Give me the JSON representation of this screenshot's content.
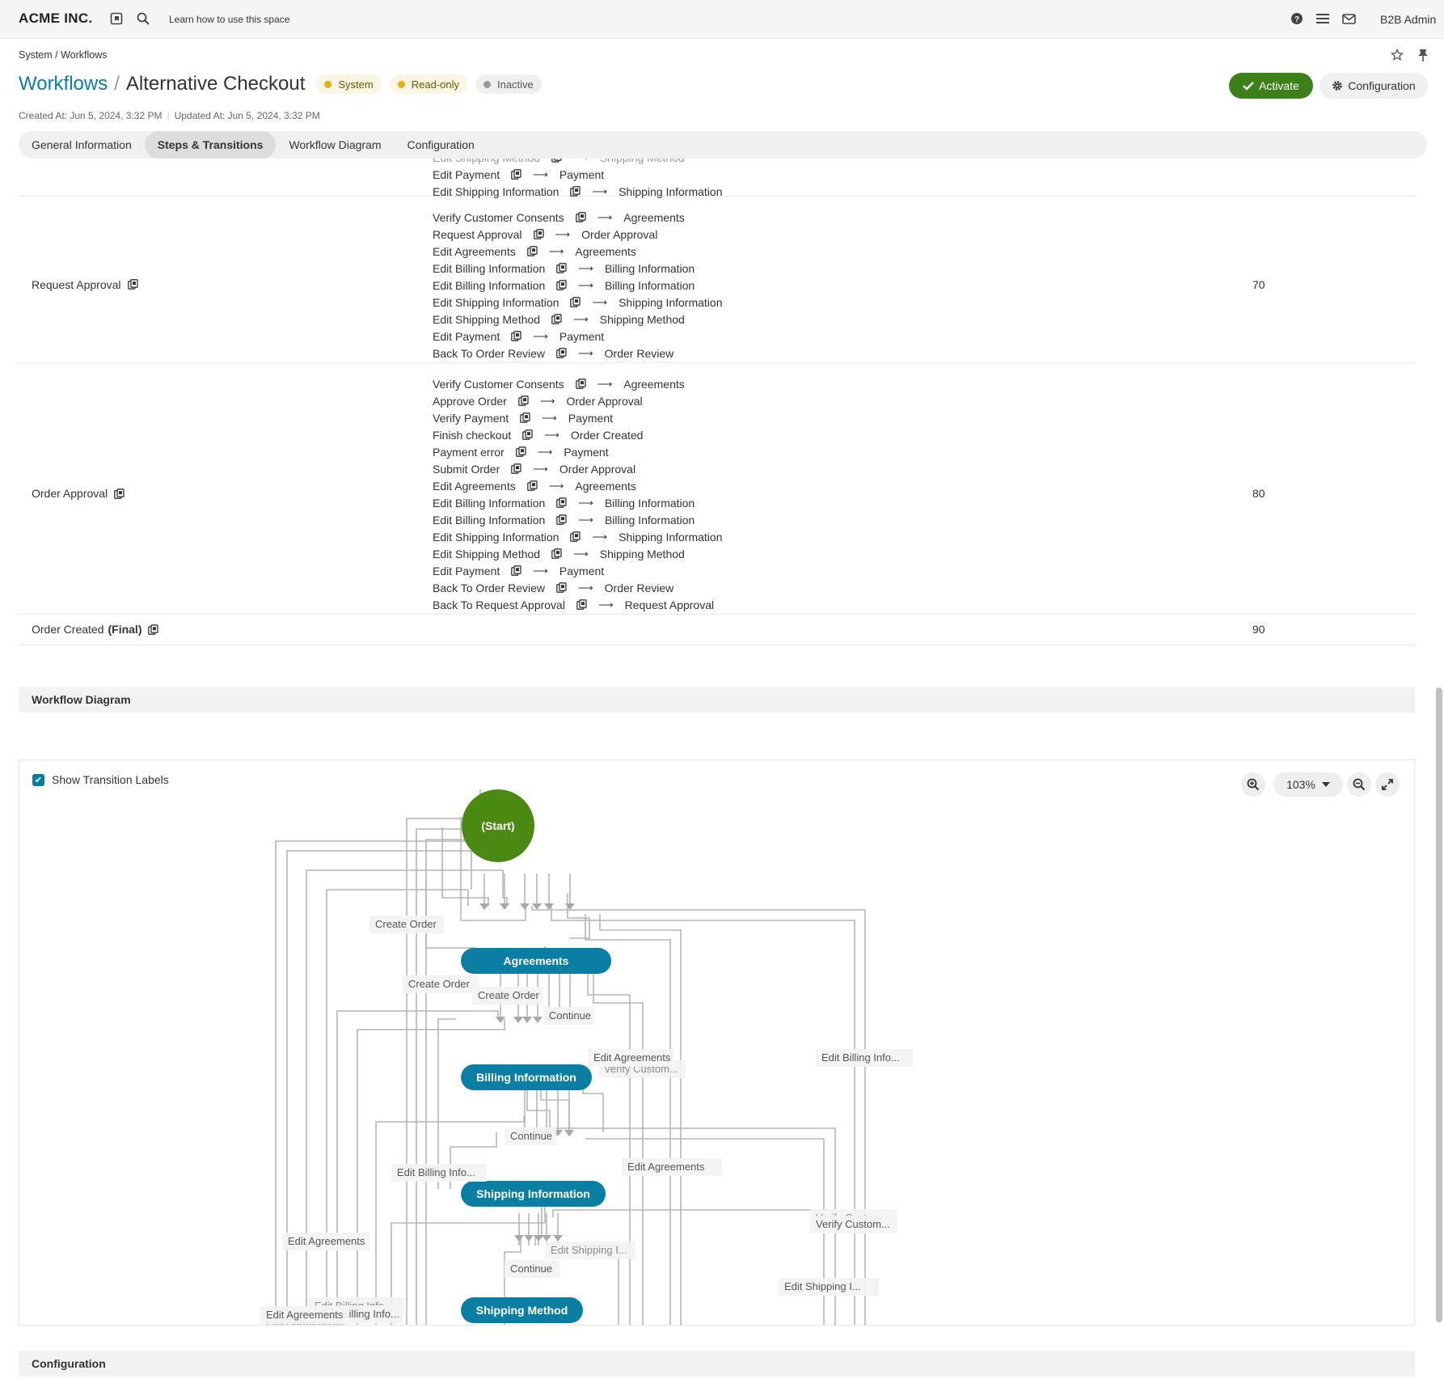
{
  "topbar": {
    "logo": "ACME INC.",
    "learn": "Learn how to use this space",
    "user": "B2B Admin",
    "icons": [
      "bookmark-icon",
      "search-icon",
      "help-icon",
      "menu-icon",
      "mail-icon"
    ]
  },
  "header": {
    "breadcrumb": "System / Workflows",
    "title_prefix": "Workflows",
    "title_sep": "/",
    "title": "Alternative Checkout",
    "badges": [
      {
        "label": "System",
        "dot": "#e0b020"
      },
      {
        "label": "Read-only",
        "dot": "#e0b020"
      },
      {
        "label": "Inactive",
        "dot": "#999999"
      }
    ],
    "created": "Created At: Jun 5, 2024, 3:32 PM",
    "updated": "Updated At: Jun 5, 2024, 3:32 PM",
    "activate": "Activate",
    "configuration": "Configuration"
  },
  "tabs": [
    "General Information",
    "Steps & Transitions",
    "Workflow Diagram",
    "Configuration"
  ],
  "steps": [
    {
      "name": "",
      "order": "",
      "transitions": [
        {
          "label": "Edit Shipping Method",
          "target": "Shipping Method",
          "cut": true
        },
        {
          "label": "Edit Payment",
          "target": "Payment"
        },
        {
          "label": "Edit Shipping Information",
          "target": "Shipping Information"
        }
      ]
    },
    {
      "name": "Request Approval",
      "order": "70",
      "transitions": [
        {
          "label": "Verify Customer Consents",
          "target": "Agreements"
        },
        {
          "label": "Request Approval",
          "target": "Order Approval"
        },
        {
          "label": "Edit Agreements",
          "target": "Agreements"
        },
        {
          "label": "Edit Billing Information",
          "target": "Billing Information"
        },
        {
          "label": "Edit Billing Information",
          "target": "Billing Information"
        },
        {
          "label": "Edit Shipping Information",
          "target": "Shipping Information"
        },
        {
          "label": "Edit Shipping Method",
          "target": "Shipping Method"
        },
        {
          "label": "Edit Payment",
          "target": "Payment"
        },
        {
          "label": "Back To Order Review",
          "target": "Order Review"
        }
      ]
    },
    {
      "name": "Order Approval",
      "order": "80",
      "transitions": [
        {
          "label": "Verify Customer Consents",
          "target": "Agreements"
        },
        {
          "label": "Approve Order",
          "target": "Order Approval"
        },
        {
          "label": "Verify Payment",
          "target": "Payment"
        },
        {
          "label": "Finish checkout",
          "target": "Order Created"
        },
        {
          "label": "Payment error",
          "target": "Payment"
        },
        {
          "label": "Submit Order",
          "target": "Order Approval"
        },
        {
          "label": "Edit Agreements",
          "target": "Agreements"
        },
        {
          "label": "Edit Billing Information",
          "target": "Billing Information"
        },
        {
          "label": "Edit Billing Information",
          "target": "Billing Information"
        },
        {
          "label": "Edit Shipping Information",
          "target": "Shipping Information"
        },
        {
          "label": "Edit Shipping Method",
          "target": "Shipping Method"
        },
        {
          "label": "Edit Payment",
          "target": "Payment"
        },
        {
          "label": "Back To Order Review",
          "target": "Order Review"
        },
        {
          "label": "Back To Request Approval",
          "target": "Request Approval"
        }
      ]
    },
    {
      "name": "Order Created",
      "name_suffix": "(Final)",
      "order": "90",
      "transitions": []
    }
  ],
  "sections": {
    "diagram": "Workflow Diagram",
    "configuration": "Configuration"
  },
  "diagram": {
    "show_labels": "Show Transition Labels",
    "zoom": "103%",
    "nodes": {
      "start": "(Start)",
      "agreements": "Agreements",
      "billing": "Billing Information",
      "shipping_info": "Shipping Information",
      "shipping_method": "Shipping Method"
    },
    "edge_labels": [
      "Create Order",
      "Create Order",
      "Create Order",
      "Continue",
      "Edit Agreements",
      "Verify Custom...",
      "Edit Billing Info...",
      "Continue",
      "Edit Billing Info...",
      "Edit Agreements",
      "Verify Custom...",
      "Verify Custom...",
      "Edit Agreements",
      "Edit Shipping I...",
      "Continue",
      "Edit Shipping I...",
      "Edit Billing Info...",
      "Edit Billing Info...",
      "Edit Agreements",
      "Edit Agreements"
    ],
    "colors": {
      "start": "#4a8a12",
      "step": "#0b7fa3",
      "edge": "#b5b5b5"
    }
  }
}
